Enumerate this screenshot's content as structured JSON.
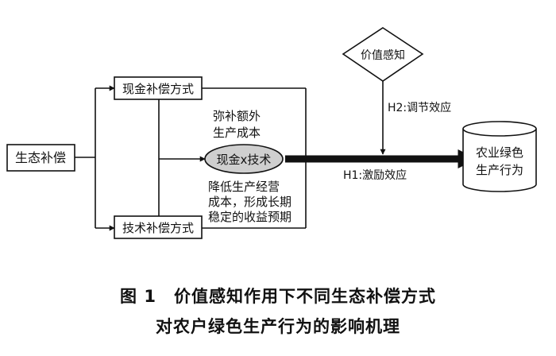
{
  "diagram": {
    "nodes": {
      "eco_comp": "生态补偿",
      "cash_comp": "现金补偿方式",
      "tech_comp": "技术补偿方式",
      "cash_tech": "现金x技术",
      "value_perception": "价值感知",
      "green_behavior_line1": "农业绿色",
      "green_behavior_line2": "生产行为"
    },
    "labels": {
      "extra_cost_line1": "弥补额外",
      "extra_cost_line2": "生产成本",
      "reduce_cost_line1": "降低生产经营",
      "reduce_cost_line2": "成本，形成长期",
      "reduce_cost_line3": "稳定的收益预期",
      "h1": "H1:激励效应",
      "h2": "H2:调节效应"
    }
  },
  "caption": {
    "figure_number": "图 1",
    "line1": "价值感知作用下不同生态补偿方式",
    "line2": "对农户绿色生产行为的影响机理"
  }
}
